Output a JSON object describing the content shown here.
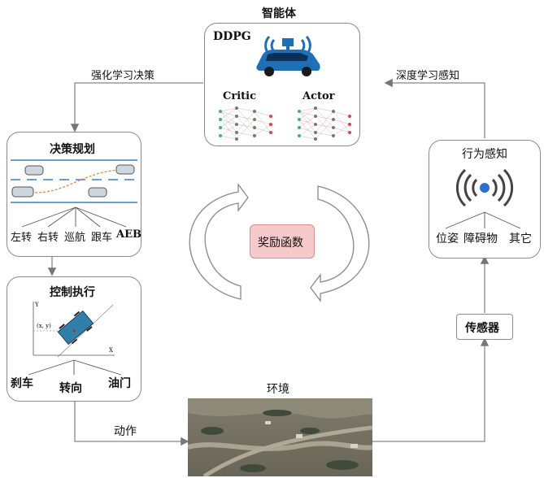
{
  "agent": {
    "title": "智能体",
    "algo": "DDPG",
    "critic": "Critic",
    "actor": "Actor",
    "icons": [
      "car-icon",
      "signal-icon",
      "neural-network-icon"
    ]
  },
  "left_edge_label": "强化学习决策",
  "right_edge_label": "深度学习感知",
  "decision": {
    "title": "决策规划",
    "options": [
      "左转",
      "右转",
      "巡航",
      "跟车",
      "AEB"
    ]
  },
  "control": {
    "title": "控制执行",
    "coord_label": "(x, y)",
    "axis_x": "X",
    "axis_y": "Y",
    "actions": [
      "刹车",
      "转向",
      "油门"
    ]
  },
  "perception": {
    "title": "行为感知",
    "items": [
      "位姿",
      "障碍物",
      "其它"
    ]
  },
  "sensor": "传感器",
  "reward": "奖励函数",
  "environment": "环境",
  "action_label": "动作",
  "colors": {
    "border": "#8a8a8a",
    "reward_fill": "#f6caca",
    "reward_border": "#d98c8c",
    "car_blue": "#1d6fb8",
    "signal_blue": "#2a6fd6",
    "lane_blue": "#6a9ed8",
    "control_car": "#2f7fa8"
  }
}
